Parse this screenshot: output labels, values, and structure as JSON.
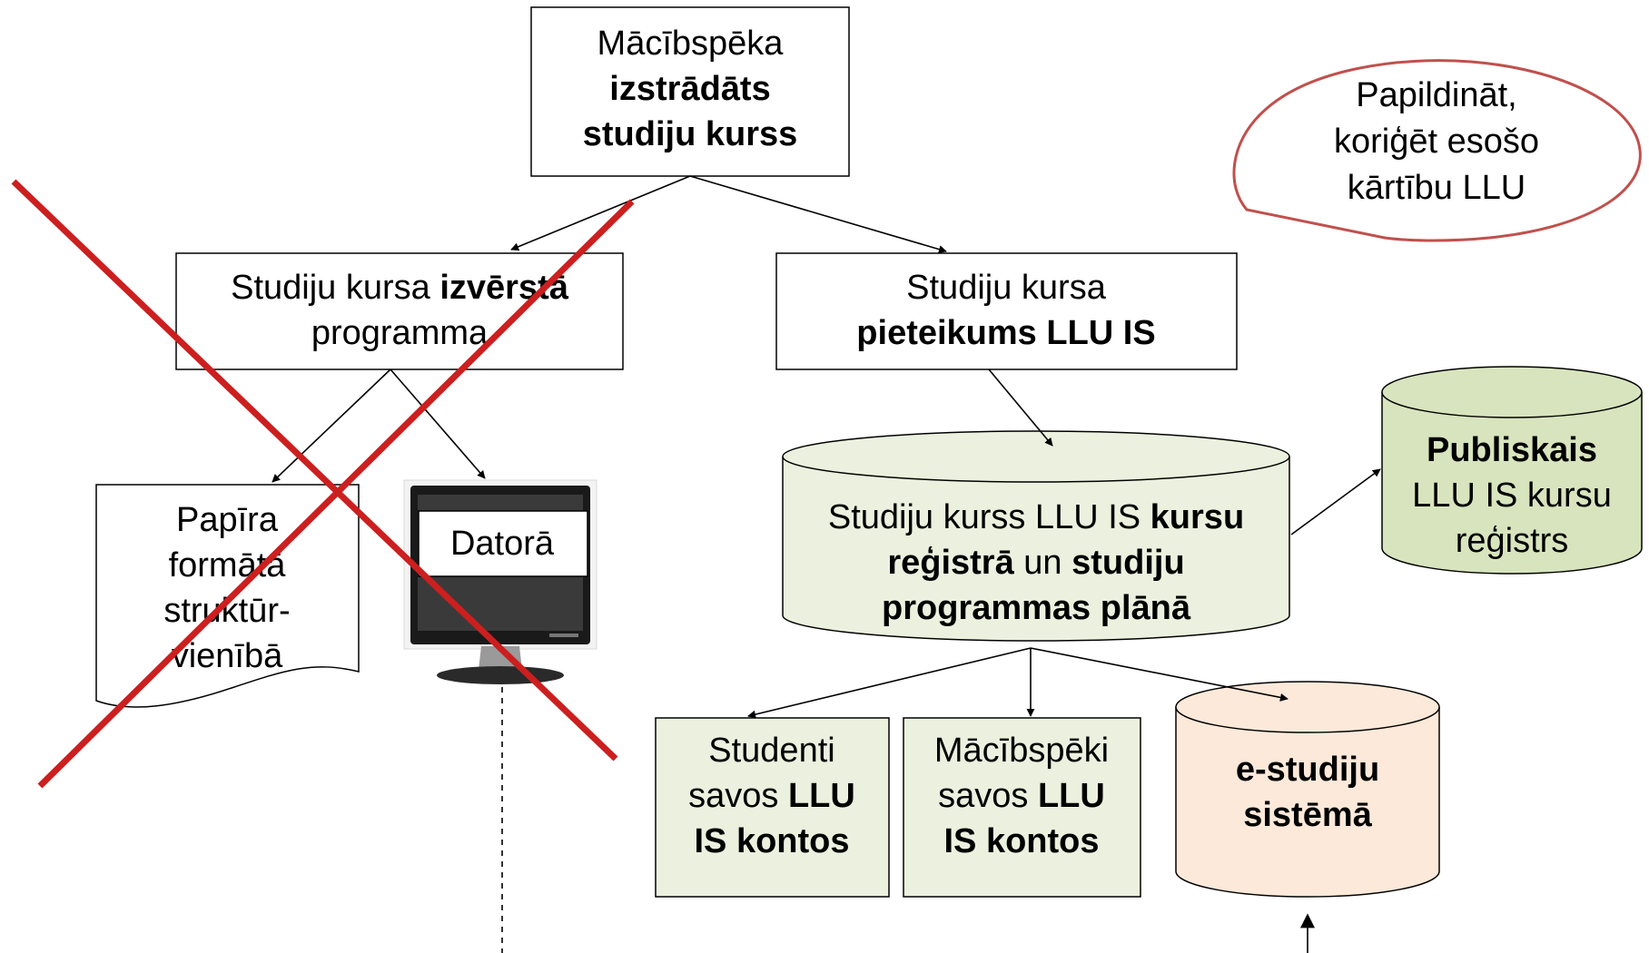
{
  "nodes": {
    "root": {
      "lines": [
        [
          {
            "t": "Mācībspēka",
            "b": false
          }
        ],
        [
          {
            "t": "izstrādāts",
            "b": true
          }
        ],
        [
          {
            "t": "studiju kurss",
            "b": true
          }
        ]
      ]
    },
    "program": {
      "lines": [
        [
          {
            "t": "Studiju kursa ",
            "b": false
          },
          {
            "t": "izvērstā",
            "b": true
          }
        ],
        [
          {
            "t": "programma",
            "b": false
          }
        ]
      ]
    },
    "application": {
      "lines": [
        [
          {
            "t": "Studiju kursa",
            "b": false
          }
        ],
        [
          {
            "t": "pieteikums LLU IS",
            "b": true
          }
        ]
      ]
    },
    "paper": {
      "lines": [
        [
          {
            "t": "Papīra",
            "b": false
          }
        ],
        [
          {
            "t": "formātā",
            "b": false
          }
        ],
        [
          {
            "t": "struktūr-",
            "b": false
          }
        ],
        [
          {
            "t": "vienībā",
            "b": false
          }
        ]
      ]
    },
    "computer": {
      "lines": [
        [
          {
            "t": "Datorā",
            "b": false
          }
        ]
      ]
    },
    "registry": {
      "lines": [
        [
          {
            "t": "Studiju kurss LLU IS ",
            "b": false
          },
          {
            "t": "kursu",
            "b": true
          }
        ],
        [
          {
            "t": "reģistrā",
            "b": true
          },
          {
            "t": " un ",
            "b": false
          },
          {
            "t": "studiju",
            "b": true
          }
        ],
        [
          {
            "t": "programmas plānā",
            "b": true
          }
        ]
      ]
    },
    "public": {
      "lines": [
        [
          {
            "t": "Publiskais",
            "b": true
          }
        ],
        [
          {
            "t": "LLU IS kursu",
            "b": false
          }
        ],
        [
          {
            "t": "reģistrs",
            "b": false
          }
        ]
      ]
    },
    "students": {
      "lines": [
        [
          {
            "t": "Studenti",
            "b": false
          }
        ],
        [
          {
            "t": "savos ",
            "b": false
          },
          {
            "t": "LLU",
            "b": true
          }
        ],
        [
          {
            "t": "IS kontos",
            "b": true
          }
        ]
      ]
    },
    "teachers": {
      "lines": [
        [
          {
            "t": "Mācībspēki",
            "b": false
          }
        ],
        [
          {
            "t": "savos ",
            "b": false
          },
          {
            "t": "LLU",
            "b": true
          }
        ],
        [
          {
            "t": "IS kontos",
            "b": true
          }
        ]
      ]
    },
    "estudies": {
      "lines": [
        [
          {
            "t": "e-studiju",
            "b": true
          }
        ],
        [
          {
            "t": "sistēmā",
            "b": true
          }
        ]
      ]
    }
  },
  "callout": {
    "lines": [
      "Papildināt,",
      "koriģēt esošo",
      "kārtību LLU"
    ]
  },
  "colors": {
    "light_green": "#ebf1de",
    "green": "#d7e4bd",
    "peach": "#fde9d9",
    "cross_red": "#cc1f1f",
    "callout_border": "#c0504d"
  }
}
